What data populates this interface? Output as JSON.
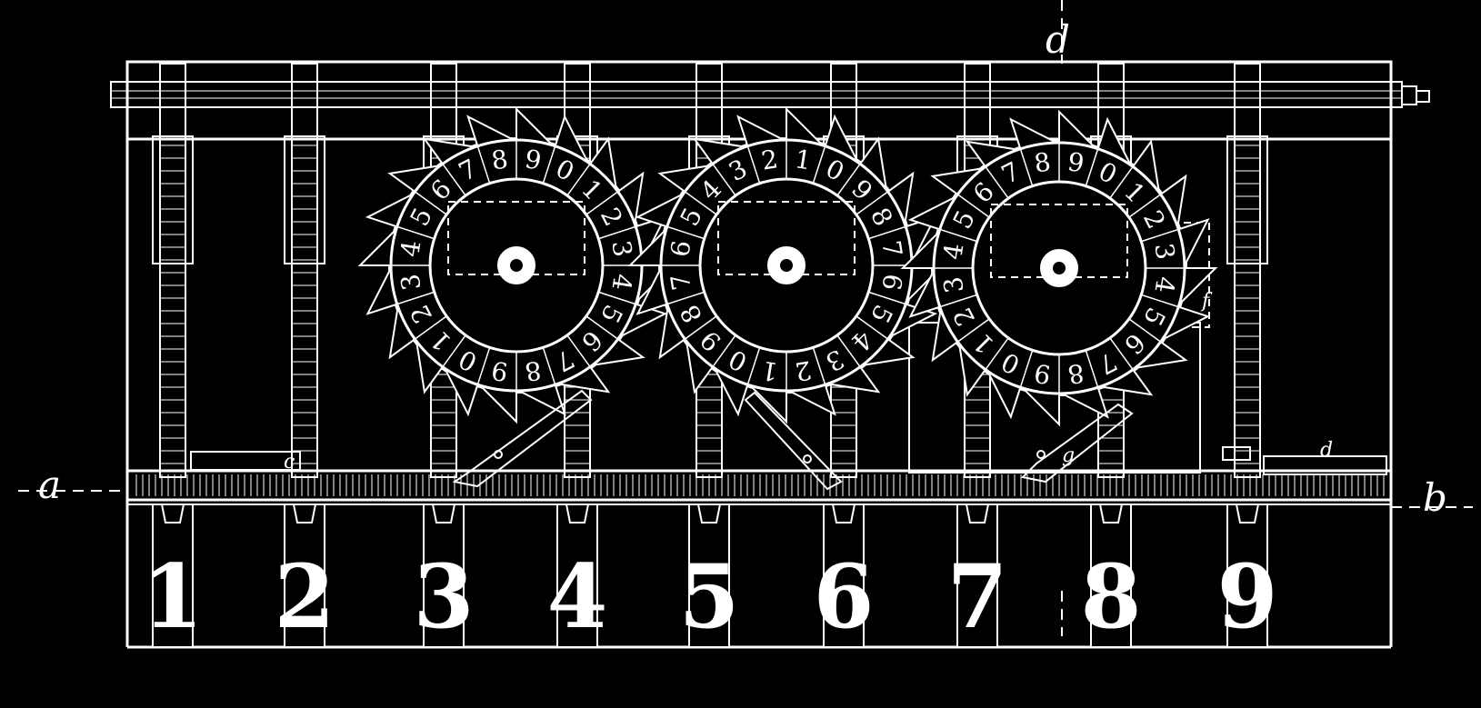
{
  "colors": {
    "background": "#000000",
    "ink": "#ffffff"
  },
  "section_labels": {
    "left": "a",
    "right": "b",
    "top": "d"
  },
  "part_labels": {
    "pawl_left": "c",
    "pawl_right": "d",
    "spring_3": "g",
    "spring_f": "f"
  },
  "keys": [
    {
      "label": "1"
    },
    {
      "label": "2"
    },
    {
      "label": "3"
    },
    {
      "label": "4"
    },
    {
      "label": "5"
    },
    {
      "label": "6"
    },
    {
      "label": "7"
    },
    {
      "label": "8"
    },
    {
      "label": "9"
    }
  ],
  "dials": [
    {
      "name": "dial-left",
      "digits": [
        "9",
        "0",
        "1",
        "2",
        "3",
        "4",
        "5",
        "6",
        "7",
        "8",
        "9",
        "0",
        "1",
        "2",
        "3",
        "4",
        "5",
        "6",
        "7",
        "8"
      ]
    },
    {
      "name": "dial-middle",
      "digits": [
        "1",
        "0",
        "9",
        "8",
        "7",
        "6",
        "5",
        "4",
        "3",
        "2",
        "1",
        "0",
        "9",
        "8",
        "7",
        "6",
        "5",
        "4",
        "3",
        "2"
      ]
    },
    {
      "name": "dial-right",
      "digits": [
        "9",
        "0",
        "1",
        "2",
        "3",
        "4",
        "5",
        "6",
        "7",
        "8",
        "9",
        "0",
        "1",
        "2",
        "3",
        "4",
        "5",
        "6",
        "7",
        "8"
      ]
    }
  ]
}
